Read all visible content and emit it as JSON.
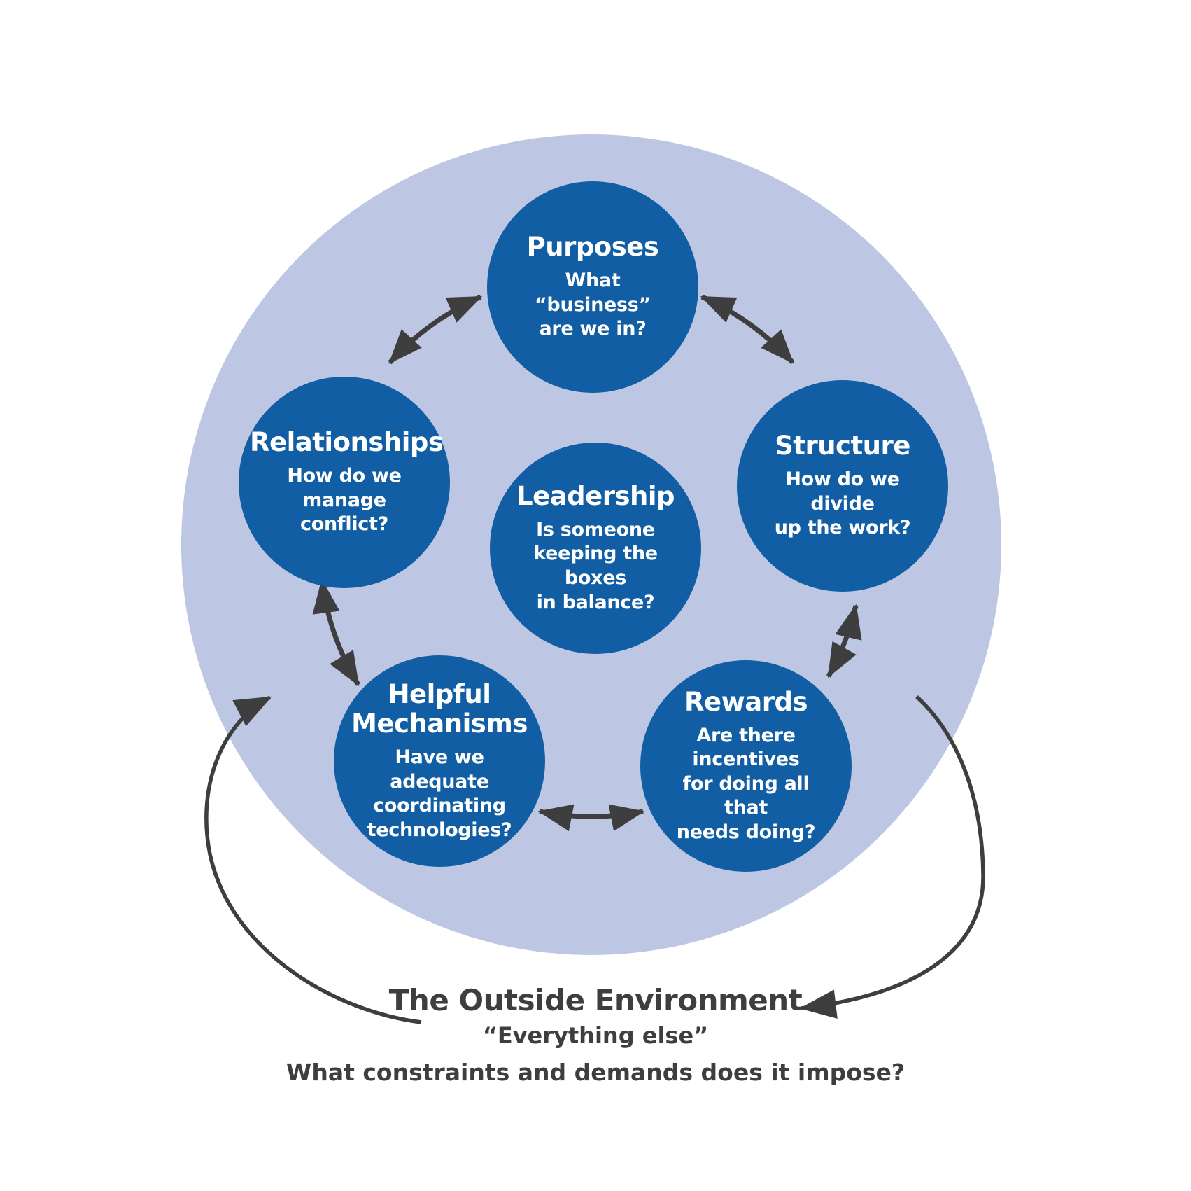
{
  "colors": {
    "node_fill": "#125ea4",
    "organization_fill": "#bdc7e3",
    "arrow": "#3e3e3e",
    "node_text": "#ffffff",
    "outside_text": "#3e3e3e",
    "background": "#ffffff"
  },
  "boxes": [
    {
      "title": "Purposes",
      "question": "What “business” are we in?",
      "question_lines": [
        "What “business”",
        "are we in?"
      ]
    },
    {
      "title": "Structure",
      "question": "How do we divide up the work?",
      "question_lines": [
        "How do we divide",
        "up the work?"
      ]
    },
    {
      "title": "Rewards",
      "question": "Are there incentives for doing all that needs doing?",
      "question_lines": [
        "Are there incentives",
        "for doing all that",
        "needs doing?"
      ]
    },
    {
      "title": "Helpful Mechanisms",
      "question": "Have we adequate coordinating technologies?",
      "question_lines": [
        "Have we adequate",
        "coordinating",
        "technologies?"
      ]
    },
    {
      "title": "Relationships",
      "question": "How do we manage conflict?",
      "question_lines": [
        "How do we",
        "manage conflict?"
      ]
    },
    {
      "title": "Leadership",
      "question": "Is someone keeping the boxes in balance?",
      "question_lines": [
        "Is someone",
        "keeping the boxes",
        "in balance?"
      ]
    }
  ],
  "outside_environment": {
    "title": "The Outside Environment",
    "subtitle": "“Everything else”",
    "question": "What constraints and demands does it impose?"
  }
}
